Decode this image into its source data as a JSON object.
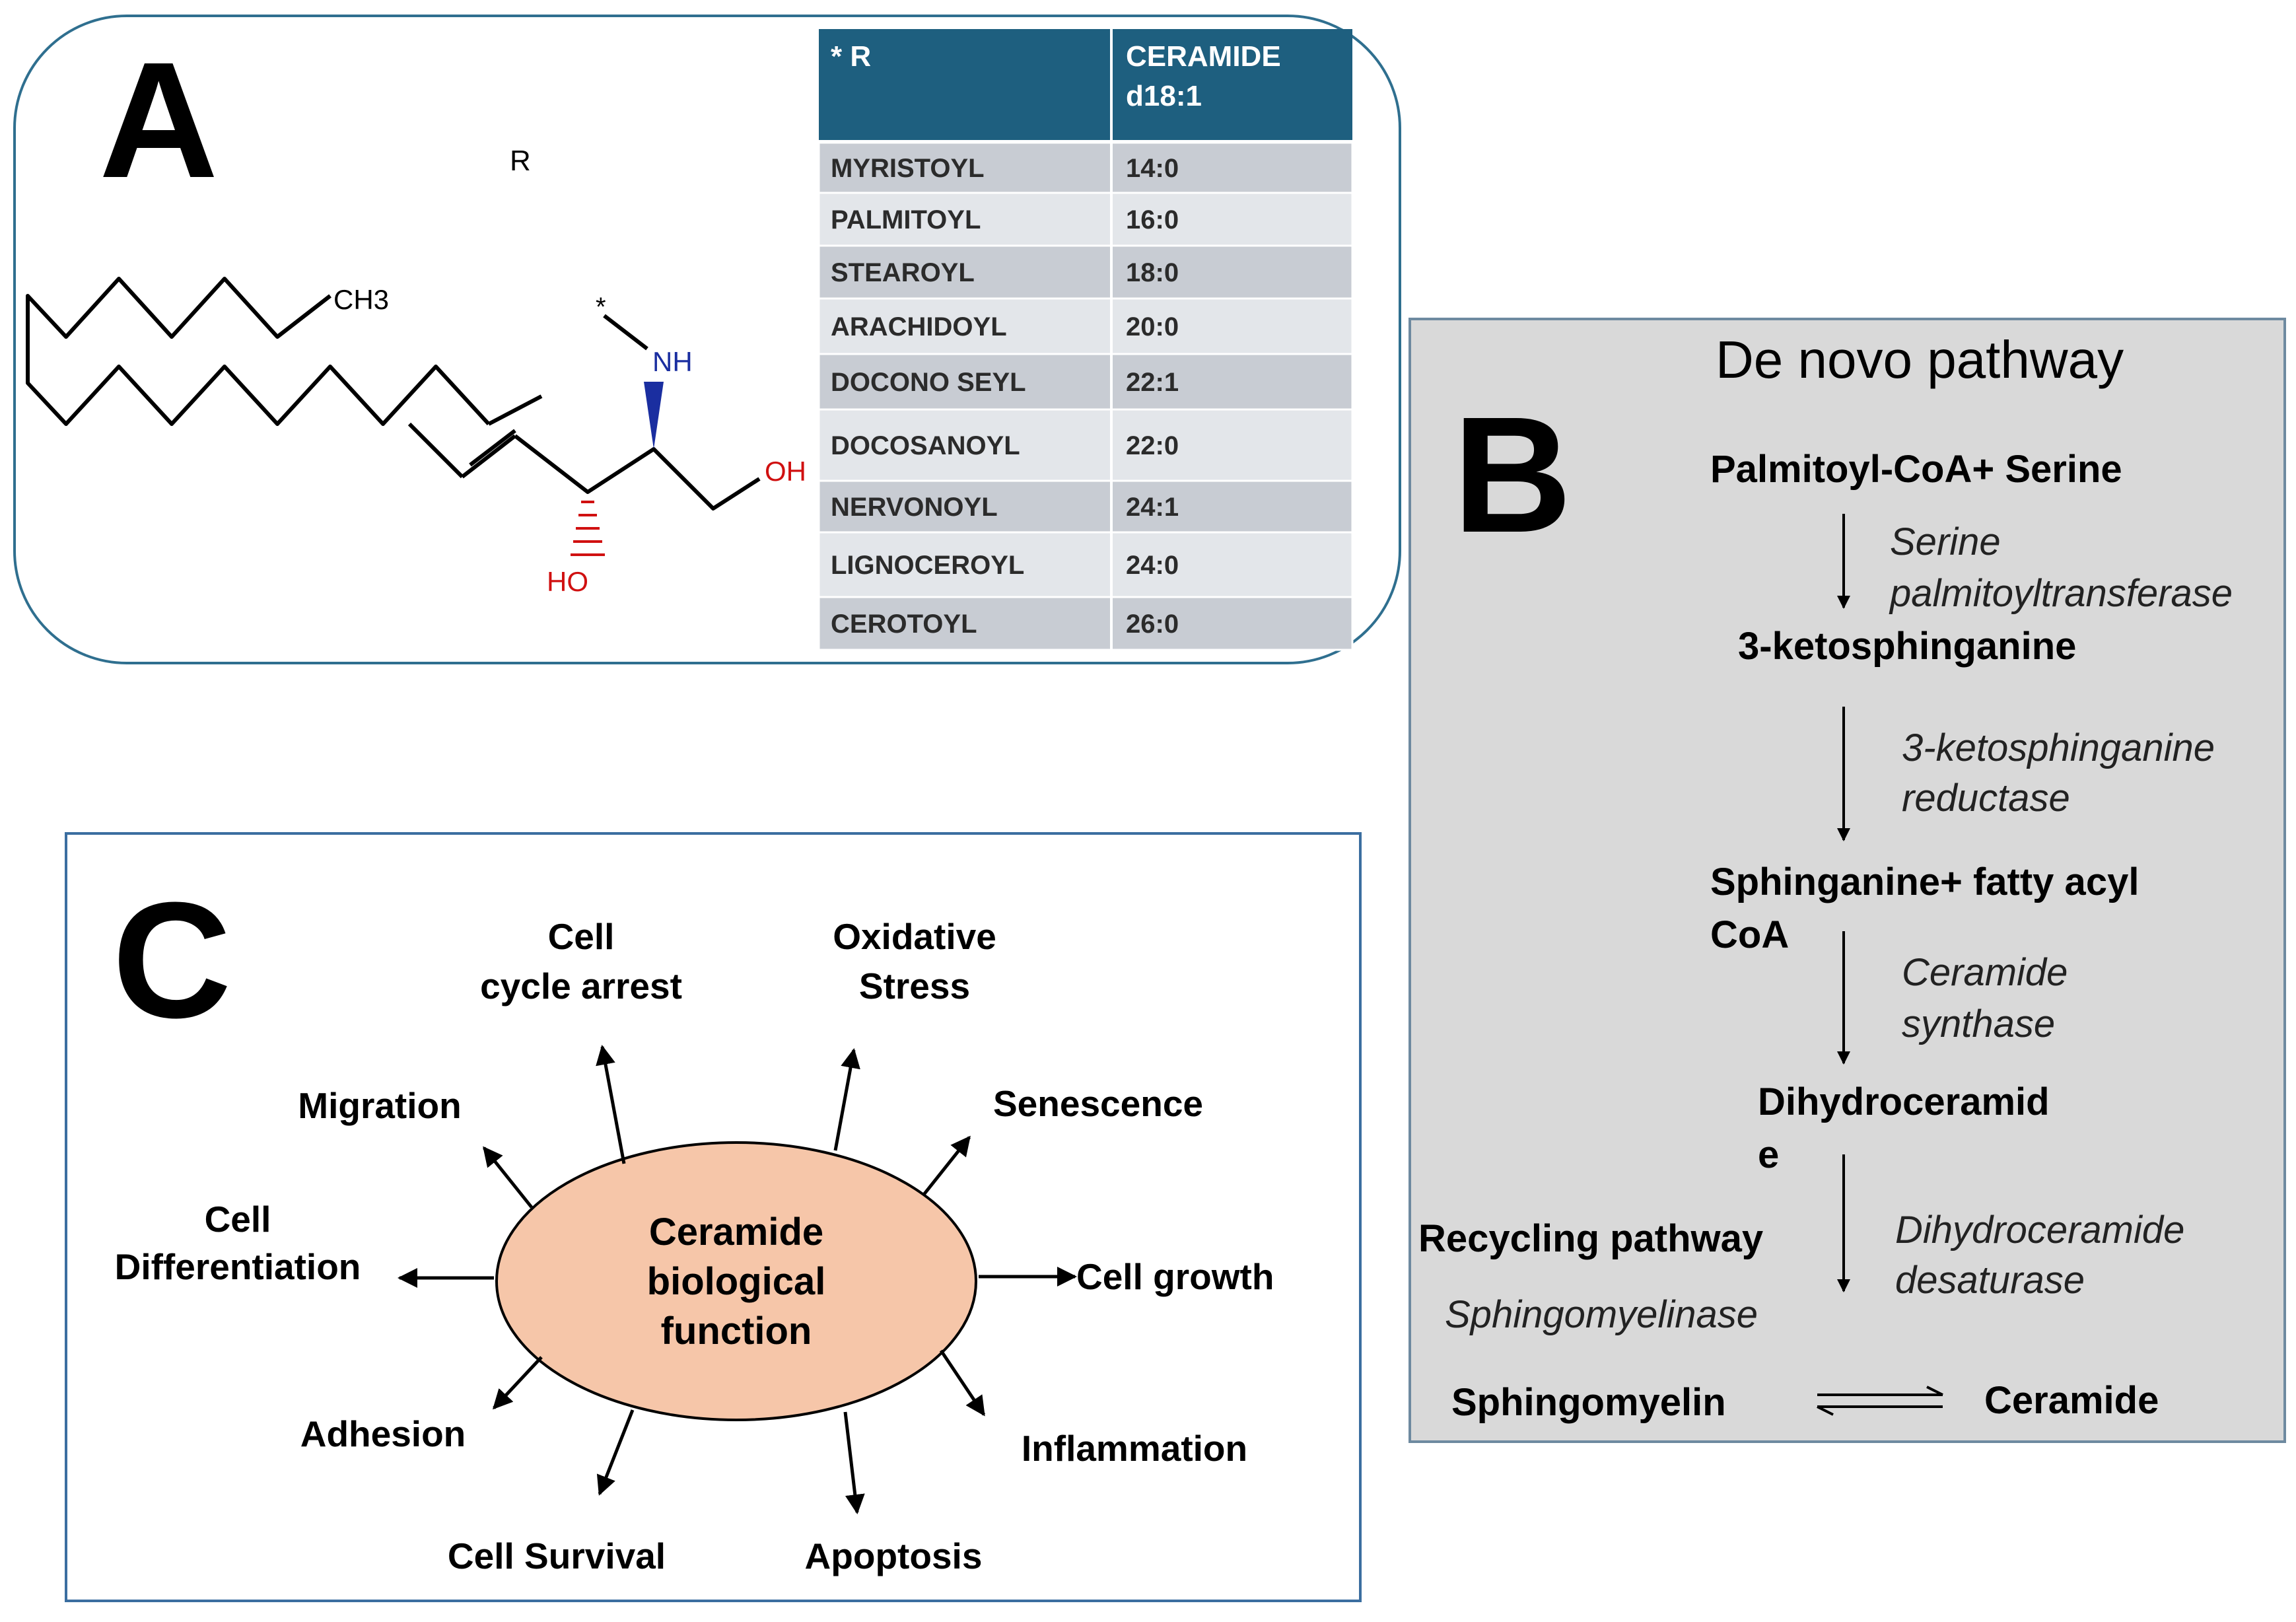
{
  "panel_a": {
    "letter": "A",
    "r_label": "R",
    "molecule": {
      "ch3": "CH3",
      "star": "*",
      "nh": "NH",
      "oh": "OH",
      "ho": "HO"
    },
    "table": {
      "headers": [
        "* R",
        "CERAMIDE",
        "d18:1"
      ],
      "rows": [
        [
          "MYRISTOYL",
          "14:0"
        ],
        [
          "PALMITOYL",
          "16:0"
        ],
        [
          "STEAROYL",
          "18:0"
        ],
        [
          "ARACHIDOYL",
          "20:0"
        ],
        [
          "DOCONO SEYL",
          "22:1"
        ],
        [
          "DOCOSANOYL",
          "22:0"
        ],
        [
          "NERVONOYL",
          "24:1"
        ],
        [
          "LIGNOCEROYL",
          "24:0"
        ],
        [
          "CEROTOYL",
          "26:0"
        ]
      ],
      "colors": {
        "header": "#1e5f7f",
        "row_dark": "#c8ccd3",
        "row_light": "#e3e6ea"
      }
    }
  },
  "panel_b": {
    "letter": "B",
    "title": "De novo pathway",
    "steps": {
      "s1": "Palmitoyl-CoA+ Serine",
      "e1a": "Serine",
      "e1b": "palmitoyltransferase",
      "s2": "3-ketosphinganine",
      "e2a": "3-ketosphinganine",
      "e2b": "reductase",
      "s3a": "Sphinganine+ fatty acyl",
      "s3b": "CoA",
      "e3a": "Ceramide",
      "e3b": "synthase",
      "s4a": "Dihydroceramid",
      "s4b": "e",
      "e4a": "Dihydroceramide",
      "e4b": "desaturase",
      "recycling": "Recycling pathway",
      "recycling_enzyme": "Sphingomyelinase",
      "sphingomyelin": "Sphingomyelin",
      "ceramide": "Ceramide"
    },
    "colors": {
      "background": "#d9d9d9",
      "border": "#6e8aa0"
    }
  },
  "panel_c": {
    "letter": "C",
    "center": [
      "Ceramide",
      "biological",
      "function"
    ],
    "labels": {
      "cell_cycle": [
        "Cell",
        "cycle arrest"
      ],
      "oxidative": [
        "Oxidative",
        "Stress"
      ],
      "migration": "Migration",
      "senescence": "Senescence",
      "differentiation": [
        "Cell",
        "Differentiation"
      ],
      "growth": "Cell growth",
      "adhesion": "Adhesion",
      "inflammation": "Inflammation",
      "survival": "Cell Survival",
      "apoptosis": "Apoptosis"
    },
    "colors": {
      "ellipse": "#f6c6a9",
      "border": "#3b6ea0"
    }
  }
}
